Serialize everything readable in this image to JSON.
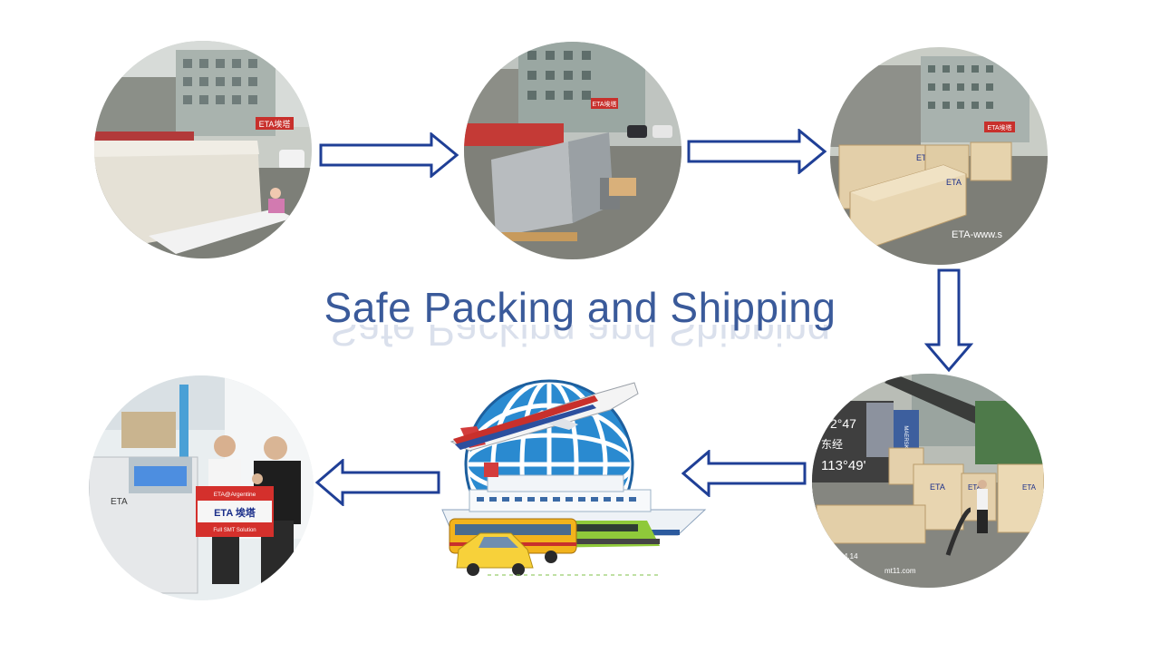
{
  "title": "Safe Packing and Shipping",
  "photos": {
    "p1": {
      "sign": "ETA埃塔"
    },
    "p2": {
      "sign": "ETA埃塔"
    },
    "p3": {
      "sign": "ETA埃塔",
      "crate1": "ETA",
      "crate2": "ETA",
      "watermark": "ETA-www.s"
    },
    "p4": {
      "overlay1": "2°47",
      "overlay2": "东经",
      "overlay3": "113°49'",
      "crate1": "ETA",
      "crate2": "ETA",
      "crate3": "ETA",
      "truck": "MAERSK",
      "date": "4.14",
      "url": "mt11.com"
    },
    "p5": {
      "machine": "ETA",
      "banner_top": "ETA@Argentine",
      "banner_logo": "ETA 埃塔",
      "banner_bottom": "Full SMT Solution"
    }
  },
  "colors": {
    "title": "#3a5a9a",
    "arrow": "#1f3f96",
    "globe": "#2a8ad0"
  }
}
